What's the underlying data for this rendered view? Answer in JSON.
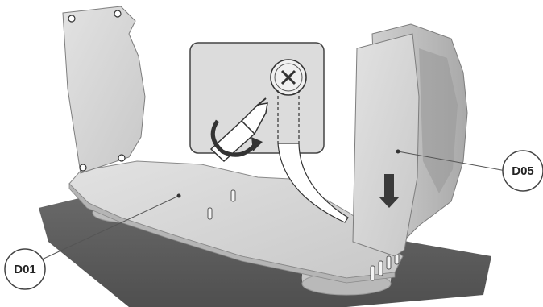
{
  "callouts": [
    {
      "id": "D01",
      "label": "D01"
    },
    {
      "id": "D05",
      "label": "D05"
    }
  ],
  "colors": {
    "panel": "#d4d4d4",
    "panel_edge": "#8a8a8a",
    "floor": "#5e5e5e",
    "inset_bg": "#dcdcdc",
    "arrow": "#3a3a3a",
    "line": "#555555"
  },
  "icons": [
    "screw-head-icon",
    "screwdriver-icon",
    "rotation-arrow-icon",
    "down-arrow-icon"
  ]
}
